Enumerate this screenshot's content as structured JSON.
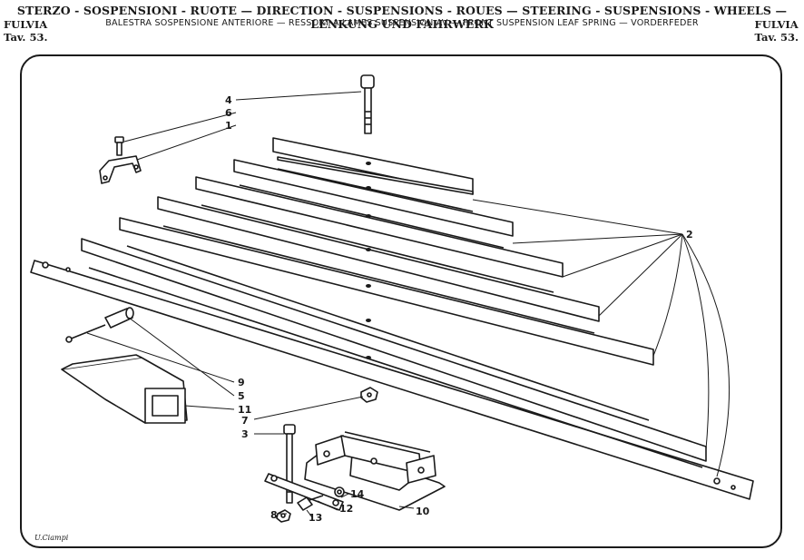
{
  "header": {
    "title": "STERZO - SOSPENSIONI - RUOTE — DIRECTION - SUSPENSIONS - ROUES — STEERING - SUSPENSIONS - WHEELS — LENKUNG UND FAHRWERK",
    "subtitle": "BALESTRA SOSPENSIONE ANTERIORE — RESSORT A LAMES SUSPENSION AV — FRONT SUSPENSION LEAF SPRING — VORDERFEDER"
  },
  "corner_left": {
    "model": "FULVIA",
    "table": "Tav. 53."
  },
  "corner_right": {
    "model": "FULVIA",
    "table": "Tav. 53."
  },
  "callouts": [
    {
      "key": "c4",
      "label": "4"
    },
    {
      "key": "c6",
      "label": "6"
    },
    {
      "key": "c1",
      "label": "1"
    },
    {
      "key": "c2",
      "label": "2"
    },
    {
      "key": "c9",
      "label": "9"
    },
    {
      "key": "c5",
      "label": "5"
    },
    {
      "key": "c11",
      "label": "11"
    },
    {
      "key": "c7",
      "label": "7"
    },
    {
      "key": "c3",
      "label": "3"
    },
    {
      "key": "c14",
      "label": "14"
    },
    {
      "key": "c12",
      "label": "12"
    },
    {
      "key": "c8",
      "label": "8"
    },
    {
      "key": "c13",
      "label": "13"
    },
    {
      "key": "c10",
      "label": "10"
    }
  ],
  "signature": "U.Ciampi",
  "colors": {
    "ink": "#1a1a1a",
    "leaf_fill": "#ffffff",
    "paper": "#ffffff"
  }
}
